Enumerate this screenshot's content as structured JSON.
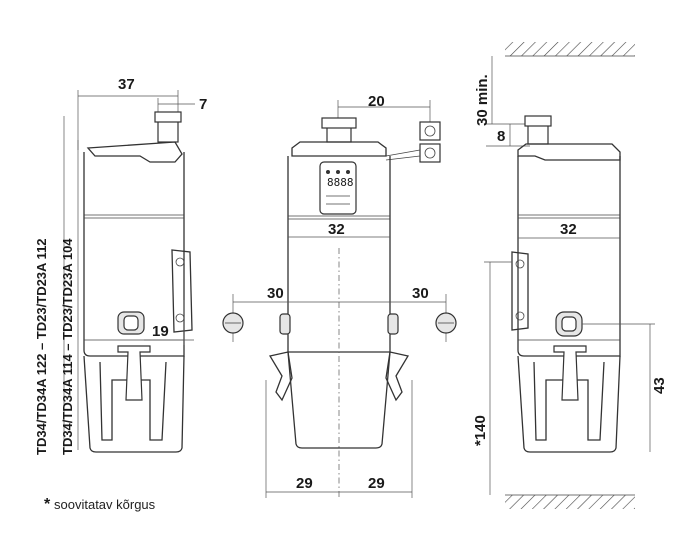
{
  "dimensions": {
    "left_width": "37",
    "left_offset": "7",
    "left_height_1": "TD34/TD34A  122  – TD23/TD23A  112",
    "left_height_2": "TD34/TD34A  114 – TD23/TD23A  104",
    "left_inlet": "19",
    "center_top_offset": "20",
    "center_width": "32",
    "center_left_half": "30",
    "center_right_half": "30",
    "center_bottom_left": "29",
    "center_bottom_right": "29",
    "right_clearance": "30 min.",
    "right_top_offset": "8",
    "right_width": "32",
    "right_inlet_height": "43",
    "right_mount_height": "*140"
  },
  "footnote": {
    "asterisk": "*",
    "text": "soovitatav kõrgus"
  },
  "display_panel": {
    "digits": "8888"
  }
}
